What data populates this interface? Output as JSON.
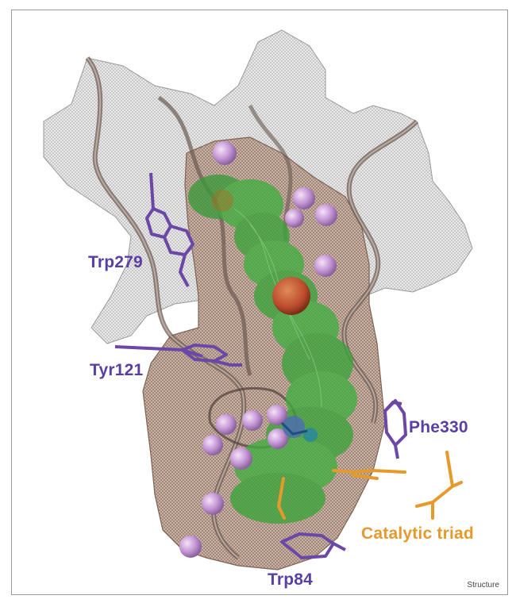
{
  "labels": {
    "trp279": "Trp279",
    "tyr121": "Tyr121",
    "phe330": "Phe330",
    "catalytic_triad": "Catalytic triad",
    "trp84": "Trp84"
  },
  "credit": "Structure",
  "colors": {
    "residue_label": "#5a3fa3",
    "triad_label": "#e69a2e",
    "mesh_surface": "#d6d6d6",
    "gorge_surface": "#c9b1a3",
    "ligand_density": "#3caa3c",
    "water_sphere": "#c79ad6",
    "ribbon": "#6b5a52"
  }
}
